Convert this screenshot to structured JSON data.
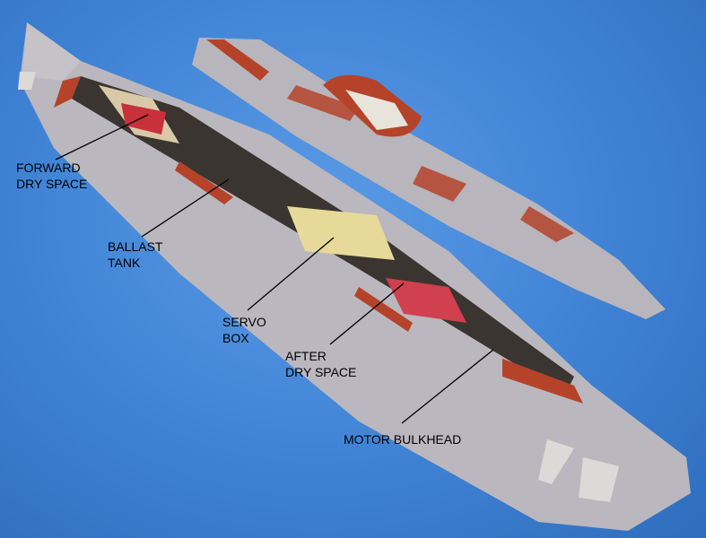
{
  "labels": {
    "forward_dry_space": [
      "FORWARD",
      "DRY SPACE"
    ],
    "ballast_tank": [
      "BALLAST",
      "TANK"
    ],
    "servo_box": [
      "SERVO",
      "BOX"
    ],
    "after_dry_space": [
      "AFTER",
      "DRY SPACE"
    ],
    "motor_bulkhead": [
      "MOTOR BULKHEAD"
    ]
  },
  "colors": {
    "background": "#3f82d4",
    "hull": "#b9b6bd",
    "primer": "#b4432a",
    "interior": "#3a3530",
    "servo_box": "#e6d99a"
  }
}
